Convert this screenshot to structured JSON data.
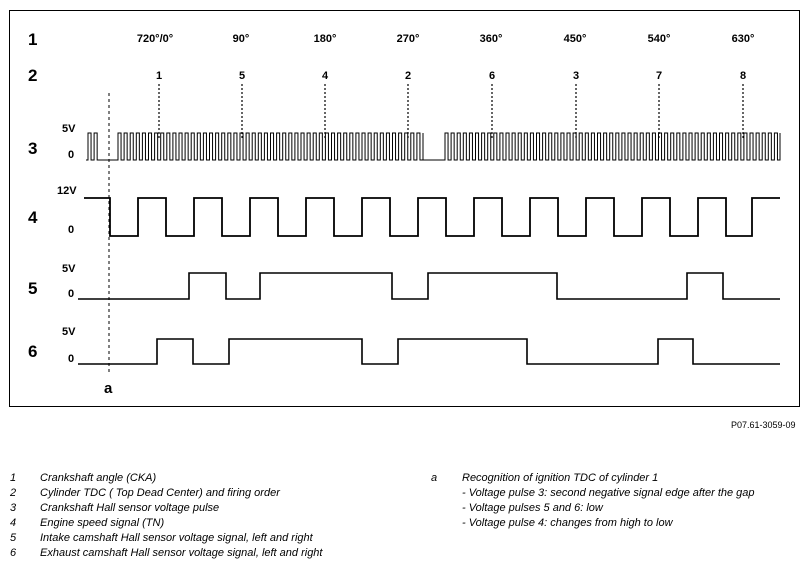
{
  "diagram": {
    "row_numbers": [
      "1",
      "2",
      "3",
      "4",
      "5",
      "6"
    ],
    "crank_angles": [
      "720°/0°",
      "90°",
      "180°",
      "270°",
      "360°",
      "450°",
      "540°",
      "630°"
    ],
    "firing_order": [
      "1",
      "5",
      "4",
      "2",
      "6",
      "3",
      "7",
      "8"
    ],
    "signal_levels": {
      "row3": {
        "high": "5V",
        "low": "0"
      },
      "row4": {
        "high": "12V",
        "low": "0"
      },
      "row5": {
        "high": "5V",
        "low": "0"
      },
      "row6": {
        "high": "5V",
        "low": "0"
      }
    },
    "marker_label": "a"
  },
  "reference": "P07.61-3059-09",
  "legend_left": [
    {
      "num": "1",
      "text": "Crankshaft angle (CKA)"
    },
    {
      "num": "2",
      "text": "Cylinder TDC ( Top Dead Center) and firing order"
    },
    {
      "num": "3",
      "text": "Crankshaft Hall sensor voltage pulse"
    },
    {
      "num": "4",
      "text": "Engine speed signal (TN)"
    },
    {
      "num": "5",
      "text": "Intake camshaft Hall sensor voltage signal, left and right"
    },
    {
      "num": "6",
      "text": "Exhaust camshaft Hall sensor voltage signal, left and right"
    }
  ],
  "legend_right": [
    {
      "num": "a",
      "text": "Recognition of ignition TDC of cylinder 1"
    },
    {
      "num": "",
      "text": "- Voltage pulse 3: second negative signal edge after the gap"
    },
    {
      "num": "",
      "text": "- Voltage pulses 5 and 6: low"
    },
    {
      "num": "",
      "text": "- Voltage pulse 4: changes from high to low"
    }
  ]
}
